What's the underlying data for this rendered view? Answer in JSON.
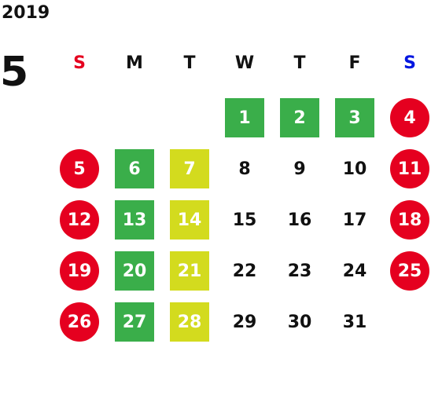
{
  "calendar": {
    "year": "2019",
    "month": "5",
    "weekdays": [
      {
        "label": "S",
        "color": "#e5001f"
      },
      {
        "label": "M",
        "color": "#111111"
      },
      {
        "label": "T",
        "color": "#111111"
      },
      {
        "label": "W",
        "color": "#111111"
      },
      {
        "label": "T",
        "color": "#111111"
      },
      {
        "label": "F",
        "color": "#111111"
      },
      {
        "label": "S",
        "color": "#0016e0"
      }
    ],
    "colors": {
      "holiday": "#e5001f",
      "green": "#3aae4a",
      "yellow": "#d3db1e",
      "plain": "#111111"
    },
    "days": [
      {
        "label": "1",
        "type": "green"
      },
      {
        "label": "2",
        "type": "green"
      },
      {
        "label": "3",
        "type": "green"
      },
      {
        "label": "4",
        "type": "holiday"
      },
      {
        "label": "5",
        "type": "holiday"
      },
      {
        "label": "6",
        "type": "green"
      },
      {
        "label": "7",
        "type": "yellow"
      },
      {
        "label": "8",
        "type": "plain"
      },
      {
        "label": "9",
        "type": "plain"
      },
      {
        "label": "10",
        "type": "plain"
      },
      {
        "label": "11",
        "type": "holiday"
      },
      {
        "label": "12",
        "type": "holiday"
      },
      {
        "label": "13",
        "type": "green"
      },
      {
        "label": "14",
        "type": "yellow"
      },
      {
        "label": "15",
        "type": "plain"
      },
      {
        "label": "16",
        "type": "plain"
      },
      {
        "label": "17",
        "type": "plain"
      },
      {
        "label": "18",
        "type": "holiday"
      },
      {
        "label": "19",
        "type": "holiday"
      },
      {
        "label": "20",
        "type": "green"
      },
      {
        "label": "21",
        "type": "yellow"
      },
      {
        "label": "22",
        "type": "plain"
      },
      {
        "label": "23",
        "type": "plain"
      },
      {
        "label": "24",
        "type": "plain"
      },
      {
        "label": "25",
        "type": "holiday"
      },
      {
        "label": "26",
        "type": "holiday"
      },
      {
        "label": "27",
        "type": "green"
      },
      {
        "label": "28",
        "type": "yellow"
      },
      {
        "label": "29",
        "type": "plain"
      },
      {
        "label": "30",
        "type": "plain"
      },
      {
        "label": "31",
        "type": "plain"
      }
    ]
  }
}
